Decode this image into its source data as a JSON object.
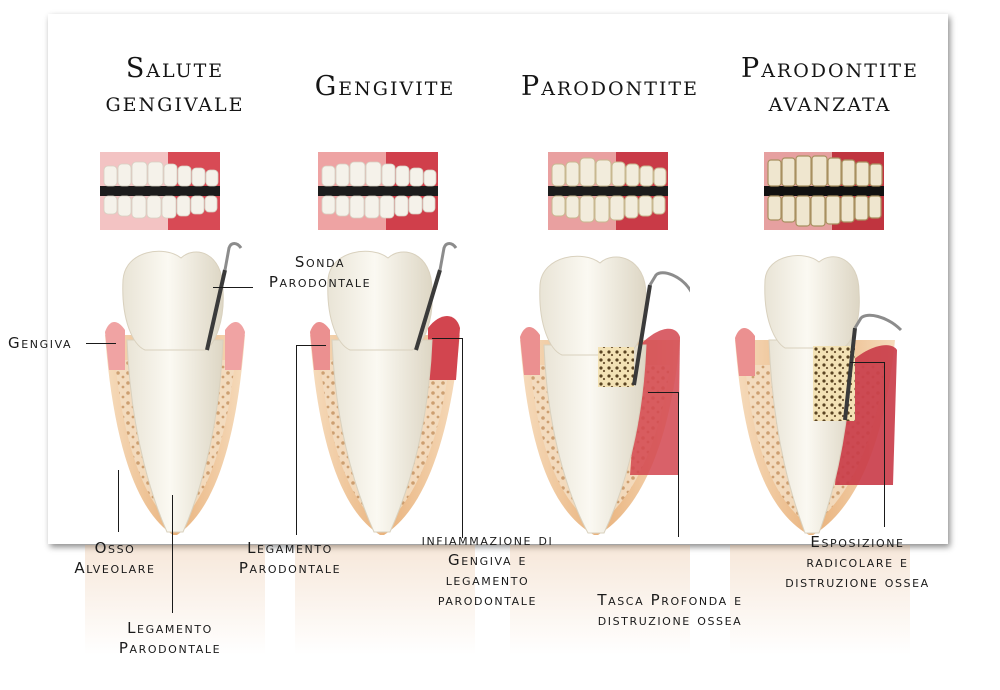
{
  "stages": [
    {
      "title": "Salute\ngengivale"
    },
    {
      "title": "Gengivite"
    },
    {
      "title": "Parodontite"
    },
    {
      "title": "Parodontite\navanzata"
    }
  ],
  "labels": {
    "gengiva": "Gengiva",
    "sonda": "Sonda\nParodontale",
    "osso": "Osso\nAlveolare",
    "legamento1": "Legamento\nParodontale",
    "legamento2": "Legamento\nParodontale",
    "infiammazione": "infiammazione di\nGengiva e\nlegamento\nparodontale",
    "tasca": "Tasca Profonda e\ndistruzione ossea",
    "esposizione": "Esposizione\nradicolare e\ndistruzione ossea"
  },
  "colors": {
    "gum_healthy": "#f2a0a0",
    "gum_inflamed": "#d2454f",
    "bone": "#eec79b",
    "tooth": "#f7f3ea"
  }
}
